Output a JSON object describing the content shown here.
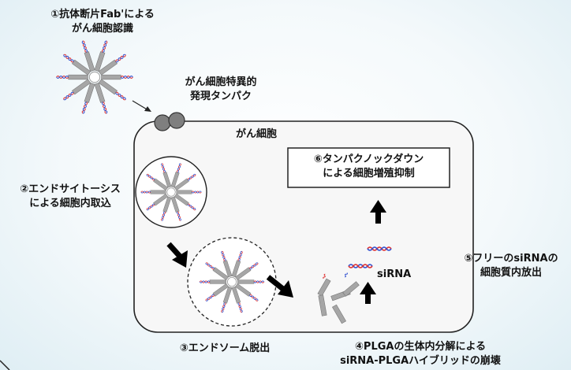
{
  "labels": {
    "step1": [
      "①抗体断片Fab'による",
      "がん細胞認識"
    ],
    "protein": [
      "がん細胞特異的",
      "発現タンパク"
    ],
    "cell": "がん細胞",
    "step6": [
      "⑥タンパクノックダウン",
      "による細胞増殖抑制"
    ],
    "step2": [
      "②エンドサイトーシス",
      "による細胞内取込"
    ],
    "step5": [
      "⑤フリーのsiRNAの",
      "細胞質内放出"
    ],
    "sirna": "siRNA",
    "step3": "③エンドソーム脱出",
    "step4": [
      "④PLGAの生体内分解による",
      "siRNA-PLGAハイブリッドの崩壊"
    ]
  },
  "colors": {
    "cell_fill": "#f7f7f7",
    "receptor": "#7f7f7f",
    "rod": "#a6a6a6",
    "sirna_red": "#e03030",
    "sirna_blue": "#3050d0"
  }
}
